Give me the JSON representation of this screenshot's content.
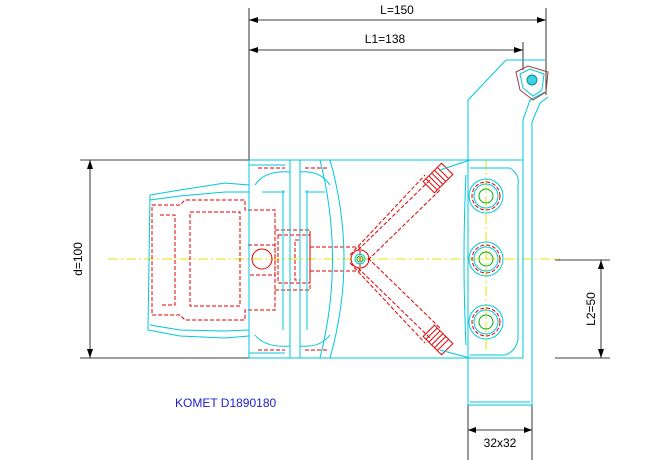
{
  "dimensions": {
    "overall_length": "L=150",
    "length_l1": "L1=138",
    "diameter": "d=100",
    "length_l2": "L2=50",
    "shank_size": "32x32"
  },
  "title": "KOMET D1890180",
  "colors": {
    "outline": "#00c8dc",
    "hidden": "#e00000",
    "centerline": "#e6e600",
    "dimension": "#000000",
    "title": "#2020d0"
  }
}
